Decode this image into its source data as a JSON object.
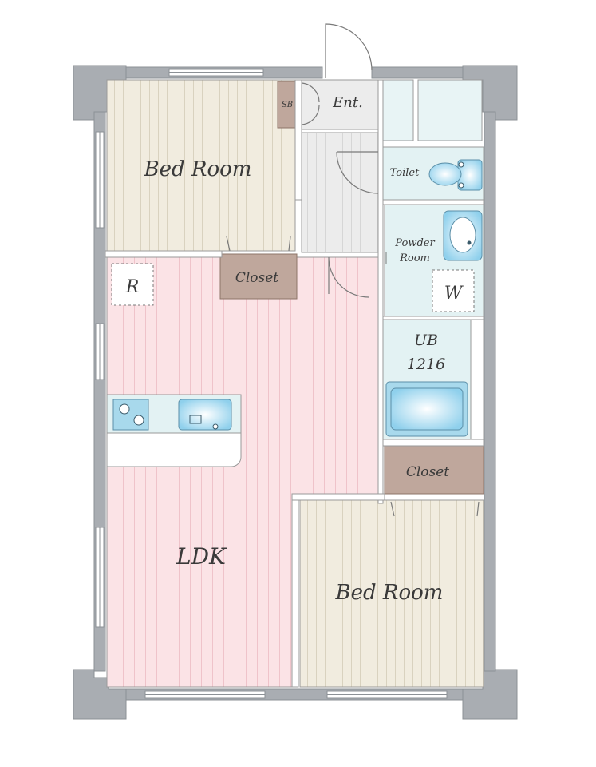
{
  "labels": {
    "bedroom_top": "Bed Room",
    "bedroom_bottom": "Bed Room",
    "ldk": "LDK",
    "closet_top": "Closet",
    "closet_right": "Closet",
    "entrance": "Ent.",
    "shoe_box": "SB",
    "toilet": "Toilet",
    "powder_room_line1": "Powder",
    "powder_room_line2": "Room",
    "washer": "W",
    "refrigerator": "R",
    "unit_bath_line1": "UB",
    "unit_bath_line2": "1216"
  },
  "colors": {
    "wall": "#a9adb2",
    "bedroom_floor": "#f1ecdf",
    "ldk_floor": "#fbe3e6",
    "hall_floor": "#ececec",
    "closet": "#bfa79c",
    "wet_area": "#e3f2f3",
    "fixture": "#a8d9ec"
  }
}
